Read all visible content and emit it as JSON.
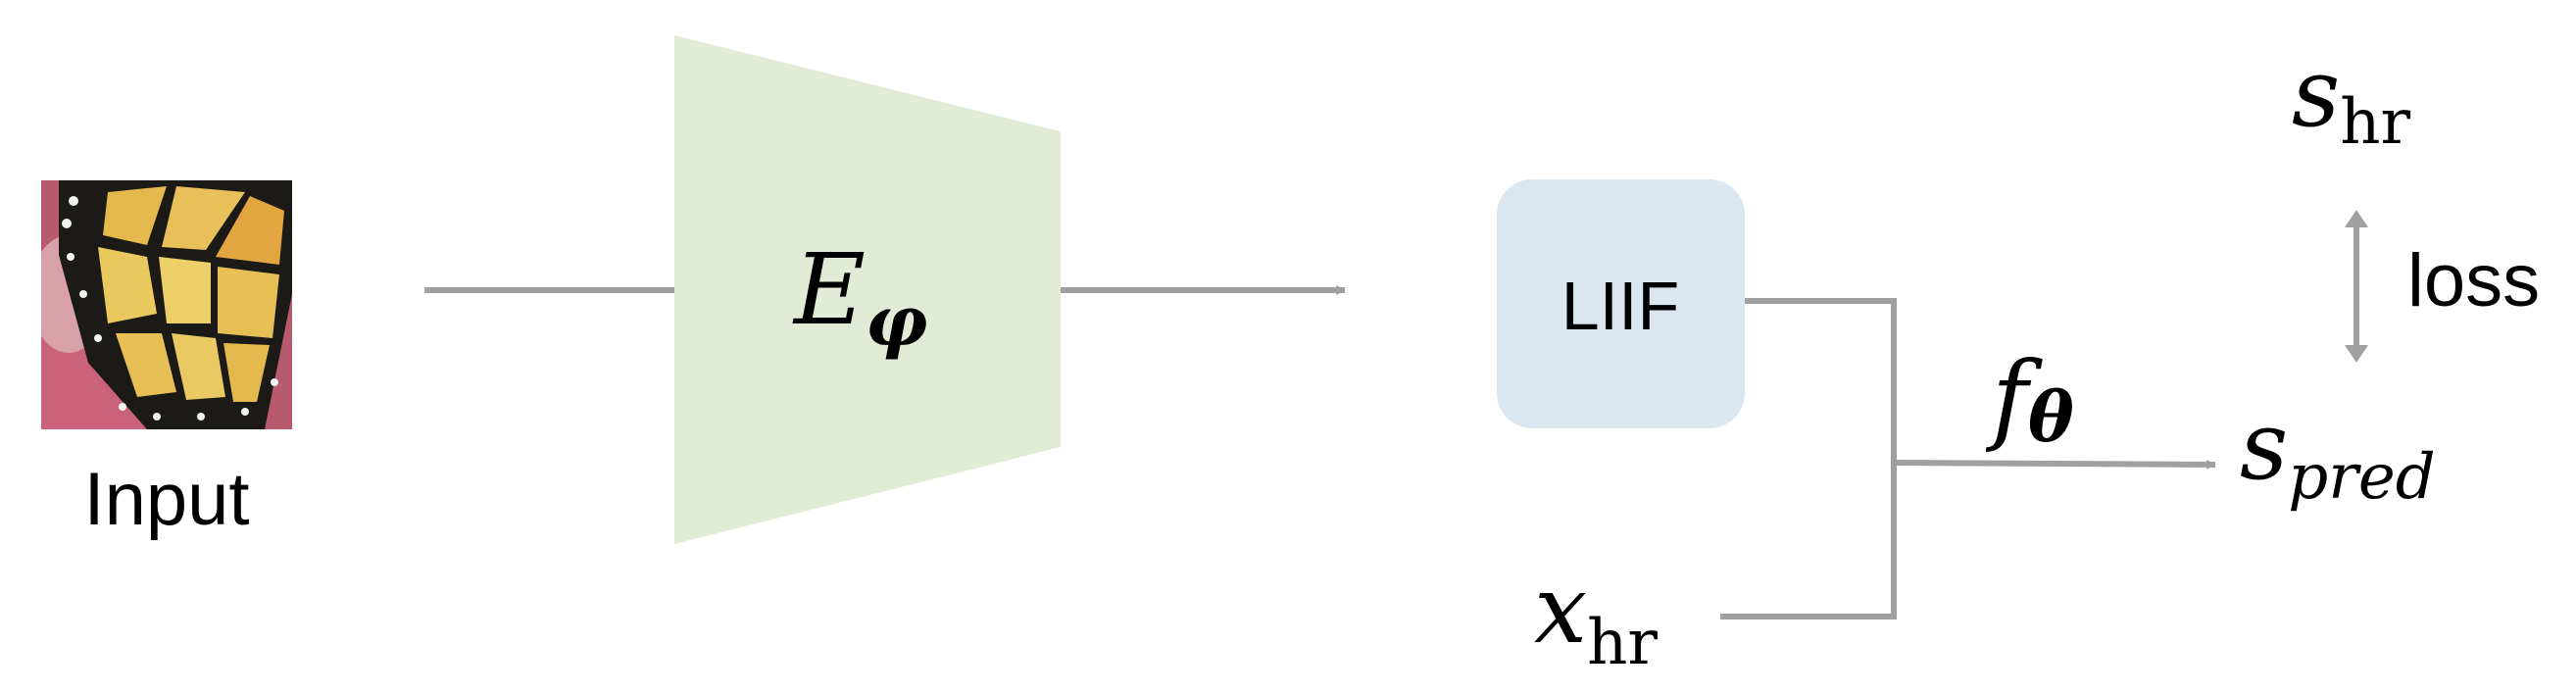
{
  "input": {
    "label": "Input"
  },
  "encoder": {
    "symbol": "E",
    "subscript": "φ",
    "fill": "#e1ebd6"
  },
  "liif": {
    "label": "LIIF",
    "fill": "#dae6f0"
  },
  "decoder": {
    "symbol": "f",
    "subscript": "θ"
  },
  "x_hr": {
    "symbol": "x",
    "subscript": "hr"
  },
  "s_hr": {
    "symbol": "s",
    "subscript": "hr"
  },
  "s_pred": {
    "symbol": "s",
    "subscript": "pred"
  },
  "loss": {
    "label": "loss"
  },
  "colors": {
    "line": "#a0a0a0",
    "text": "#000000"
  },
  "icons": {
    "input_image": "butterfly-thumbnail"
  }
}
